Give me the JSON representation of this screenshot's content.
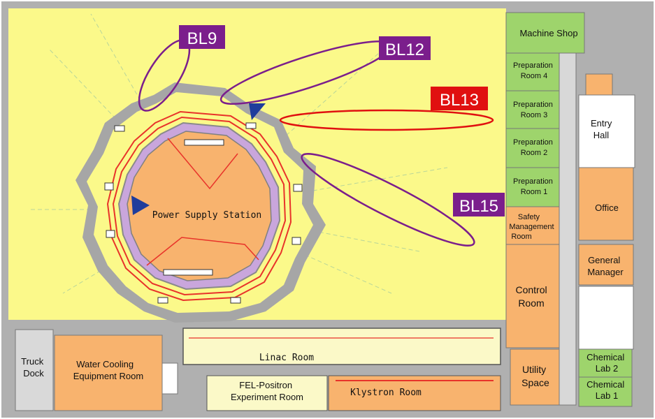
{
  "beamlines": {
    "bl9": {
      "label": "BL9",
      "color": "#7b1e8c"
    },
    "bl12": {
      "label": "BL12",
      "color": "#7b1e8c"
    },
    "bl13": {
      "label": "BL13",
      "color": "#e01010"
    },
    "bl15": {
      "label": "BL15",
      "color": "#7b1e8c"
    }
  },
  "rooms": {
    "machine_shop": "Machine Shop",
    "prep4": [
      "Preparation",
      "Room 4"
    ],
    "prep3": [
      "Preparation",
      "Room 3"
    ],
    "prep2": [
      "Preparation",
      "Room 2"
    ],
    "prep1": [
      "Preparation",
      "Room 1"
    ],
    "safety": [
      "Safety",
      "Management",
      "Room"
    ],
    "control": [
      "Control",
      "Room"
    ],
    "utility": [
      "Utility",
      "Space"
    ],
    "entry": [
      "Entry",
      "Hall"
    ],
    "office": "Office",
    "general_manager": [
      "General",
      "Manager"
    ],
    "chem2": [
      "Chemical",
      "Lab 2"
    ],
    "chem1": [
      "Chemical",
      "Lab 1"
    ],
    "truck": [
      "Truck",
      "Dock"
    ],
    "water": [
      "Water Cooling",
      "Equipment Room"
    ],
    "linac": "Linac Room",
    "fel": [
      "FEL-Positron",
      "Experiment Room"
    ],
    "klystron": "Klystron Room",
    "power_supply": "Power Supply Station"
  },
  "colors": {
    "hall": "#fbf98a",
    "green_room": "#9ed46c",
    "orange_room": "#f8b36e",
    "wall": "#a6a6a6",
    "beam_red": "#e8332a",
    "pointer_blue": "#1f3d9c"
  }
}
